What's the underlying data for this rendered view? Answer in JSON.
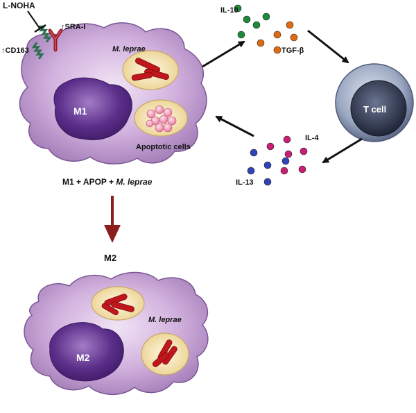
{
  "labels": {
    "inhibitor": "L-NOHA",
    "receptor_sra": "↑SRA-I",
    "receptor_cd163": "↑CD163",
    "pathogen_top": "M. leprae",
    "nucleus_top": "M1",
    "apoptotic": "Apoptotic cells",
    "condition_prefix": "M1 + APOP + ",
    "condition_pathogen": "M. leprae",
    "result": "M2",
    "pathogen_bottom": "M. leprae",
    "nucleus_bottom": "M2",
    "tcell": "T cell"
  },
  "cytokines": {
    "il10": "IL-10",
    "tgfb": "TGF-β",
    "il4": "IL-4",
    "il13": "IL-13"
  },
  "colors": {
    "cell_fill": "#c9a6d6",
    "cell_stroke": "#6e4d86",
    "nucleus": "#5a2d86",
    "bacteria": "#c0161c",
    "vacuole": "#f2dca3",
    "apoptotic": "#f7a7bc",
    "tcell_outer": "#9aa7c0",
    "tcell_inner": "#30374f",
    "il10_dot": "#1d8a3a",
    "tgfb_dot": "#e06a10",
    "il4_dot": "#c81f75",
    "il13_dot": "#3044b8",
    "cd163": "#2d6f4f",
    "sra": "#9a1b26",
    "down_arrow": "#8b1d1d"
  }
}
